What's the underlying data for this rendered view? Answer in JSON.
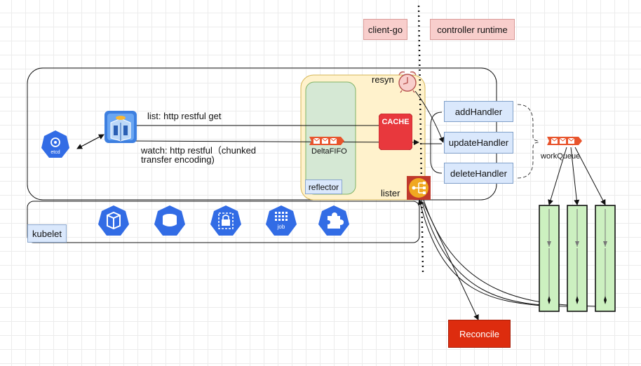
{
  "headers": {
    "client_go": "client-go",
    "controller_runtime": "controller runtime"
  },
  "main": {
    "list_label": "list: http restful get",
    "watch_label_1": "watch: http restful（chunked",
    "watch_label_2": "transfer encoding)",
    "etcd_label": "etcd",
    "delta_fifo": "DeltaFIFO",
    "cache": "CACHE",
    "reflector": "reflector",
    "resync": "resyn",
    "lister": "lister"
  },
  "handlers": {
    "add": "addHandler",
    "update": "updateHandler",
    "delete": "deleteHandler"
  },
  "queue": {
    "work_queue": "workQueue"
  },
  "kubelet": {
    "label": "kubelet",
    "job": "job"
  },
  "reconcile": "Reconcile",
  "colors": {
    "red_tag": "#f8cecc",
    "blue_tag": "#dae8fc",
    "yellow_panel": "#fff2cc",
    "green_panel": "#d5e8d4",
    "k8s_blue": "#326ce5",
    "cache_red": "#e8383d",
    "reconcile_red": "#dd2c0e",
    "worker_green": "#ccf0c0"
  },
  "icons": [
    "etcd-icon",
    "api-server-icon",
    "delta-fifo-icon",
    "cache-icon",
    "alarm-clock-icon",
    "lister-icon",
    "work-queue-icon",
    "pod-icon",
    "volume-icon",
    "secret-icon",
    "job-icon",
    "crd-icon"
  ]
}
